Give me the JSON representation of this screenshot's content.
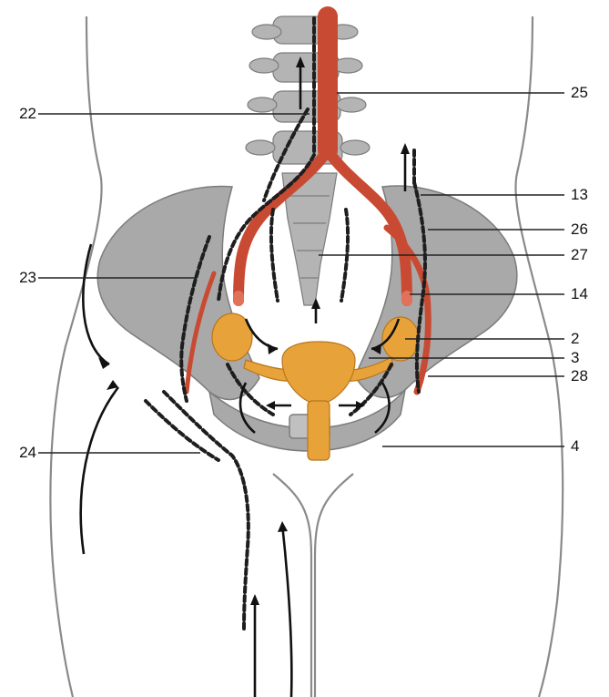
{
  "figure": {
    "description_free": true,
    "colors": {
      "skin_outline": "#8a8a8a",
      "bone": "#a9a9a9",
      "bone_dark": "#7c7c7c",
      "artery": "#c94a32",
      "artery_light": "#e0725a",
      "uterus": "#e8a23a",
      "lymph": "#1e1e1e",
      "arrow": "#111111"
    },
    "labels": [
      {
        "id": "22",
        "text": "22",
        "side": "left"
      },
      {
        "id": "23",
        "text": "23",
        "side": "left"
      },
      {
        "id": "24",
        "text": "24",
        "side": "left"
      },
      {
        "id": "25",
        "text": "25",
        "side": "right"
      },
      {
        "id": "13",
        "text": "13",
        "side": "right"
      },
      {
        "id": "26",
        "text": "26",
        "side": "right"
      },
      {
        "id": "27",
        "text": "27",
        "side": "right"
      },
      {
        "id": "14",
        "text": "14",
        "side": "right"
      },
      {
        "id": "2",
        "text": "2",
        "side": "right"
      },
      {
        "id": "3",
        "text": "3",
        "side": "right"
      },
      {
        "id": "28",
        "text": "28",
        "side": "right"
      },
      {
        "id": "4",
        "text": "4",
        "side": "right"
      }
    ]
  }
}
